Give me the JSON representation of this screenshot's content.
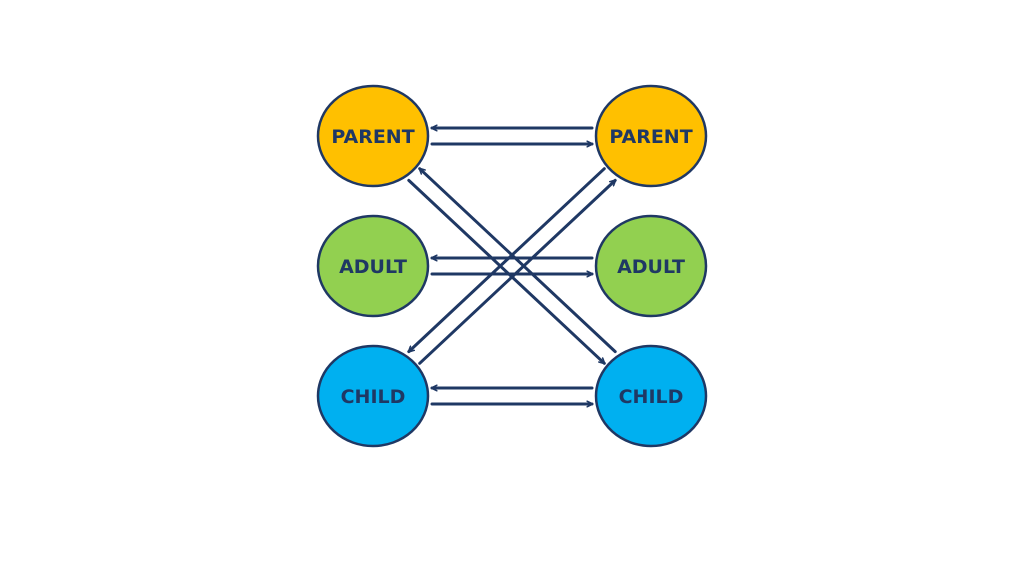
{
  "colors": {
    "arrow": "#1f3864",
    "outline": "#1f3864",
    "text": "#1f3864",
    "parent": "#ffc000",
    "adult": "#92d050",
    "child": "#00b0f0"
  },
  "nodes": {
    "left_parent": {
      "label": "PARENT",
      "role": "parent"
    },
    "left_adult": {
      "label": "ADULT",
      "role": "adult"
    },
    "left_child": {
      "label": "CHILD",
      "role": "child"
    },
    "right_parent": {
      "label": "PARENT",
      "role": "parent"
    },
    "right_adult": {
      "label": "ADULT",
      "role": "adult"
    },
    "right_child": {
      "label": "CHILD",
      "role": "child"
    }
  },
  "edges": [
    {
      "from": "left_parent",
      "to": "right_parent"
    },
    {
      "from": "right_parent",
      "to": "left_parent"
    },
    {
      "from": "left_adult",
      "to": "right_adult"
    },
    {
      "from": "right_adult",
      "to": "left_adult"
    },
    {
      "from": "left_child",
      "to": "right_child"
    },
    {
      "from": "right_child",
      "to": "left_child"
    },
    {
      "from": "left_parent",
      "to": "right_child"
    },
    {
      "from": "right_child",
      "to": "left_parent"
    },
    {
      "from": "left_child",
      "to": "right_parent"
    },
    {
      "from": "right_parent",
      "to": "left_child"
    }
  ]
}
